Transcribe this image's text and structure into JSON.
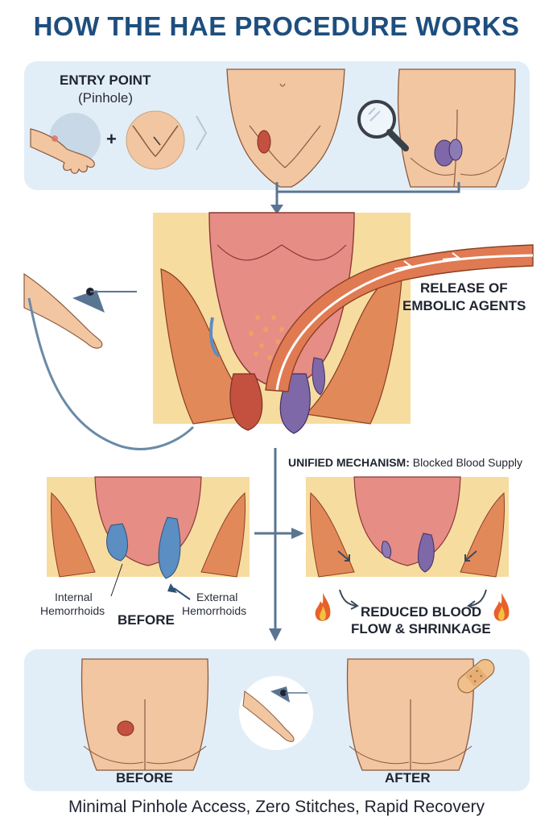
{
  "title": "HOW THE HAE PROCEDURE WORKS",
  "entry": {
    "label": "ENTRY POINT",
    "sublabel": "(Pinhole)",
    "plus": "+"
  },
  "release": {
    "line1": "RELEASE OF",
    "line2": "EMBOLIC AGENTS"
  },
  "mechanism": {
    "bold": "UNIFIED MECHANISM:",
    "text": " Blocked Blood Supply"
  },
  "before_panel": {
    "internal_line1": "Internal",
    "internal_line2": "Hemorrhoids",
    "external_line1": "External",
    "external_line2": "Hemorrhoids",
    "before": "BEFORE"
  },
  "after_panel": {
    "line1": "REDUCED BLOOD",
    "line2": "FLOW & SHRINKAGE"
  },
  "bottom": {
    "before": "BEFORE",
    "after": "AFTER"
  },
  "footer": "Minimal Pinhole Access, Zero Stitches, Rapid Recovery",
  "colors": {
    "title": "#1d4e7e",
    "panel": "#e2eef7",
    "skin": "#f2c6a0",
    "arrow": "#5a7592",
    "hemorrhoid_red": "#c4503f",
    "hemorrhoid_purple": "#7e68a8",
    "hemorrhoid_blue": "#5b8ec2"
  },
  "icons": [
    "wrist-icon",
    "groin-icon",
    "magnifier-icon",
    "catheter-icon",
    "flame-icon",
    "bandage-icon"
  ]
}
